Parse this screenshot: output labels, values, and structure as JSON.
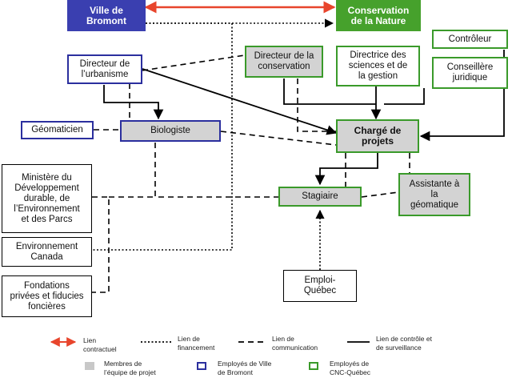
{
  "nodes": {
    "ville": "Ville de\nBromont",
    "cnc": "Conservation\nde la Nature",
    "controleur": "Contrôleur",
    "directeur_urbanisme": "Directeur de\nl’urbanisme",
    "directeur_conservation": "Directeur de la\nconservation",
    "directrice_sciences": "Directrice des\nsciences et de\nla gestion",
    "conseillere": "Conseillère\njuridique",
    "geomaticien": "Géomaticien",
    "biologiste": "Biologiste",
    "charge": "Chargé de\nprojets",
    "ministere": "Ministère du\nDéveloppement\ndurable, de\nl’Environnement\net des Parcs",
    "stagiaire": "Stagiaire",
    "assistante": "Assistante à\nla\ngéomatique",
    "env_canada": "Environnement\nCanada",
    "fondations": "Fondations\nprivées et fiducies\nfoncières",
    "emploi": "Emploi-\nQuébec"
  },
  "legend": {
    "contractuel": "Lien\ncontractuel",
    "financement": "Lien de\nfinancement",
    "communication": "Lien de\ncommunication",
    "controle": "Lien de contrôle et\nde surveillance",
    "membres": "Membres de\nl’équipe de projet",
    "employes_ville": "Employés de Ville\nde Bromont",
    "employes_cnc": "Employés de\nCNC-Québec"
  },
  "colors": {
    "contract": "#e8452c",
    "ville_blue": "#3a3fb0",
    "cnc_green": "#46a12c",
    "member_grey": "#d3d3d3"
  }
}
